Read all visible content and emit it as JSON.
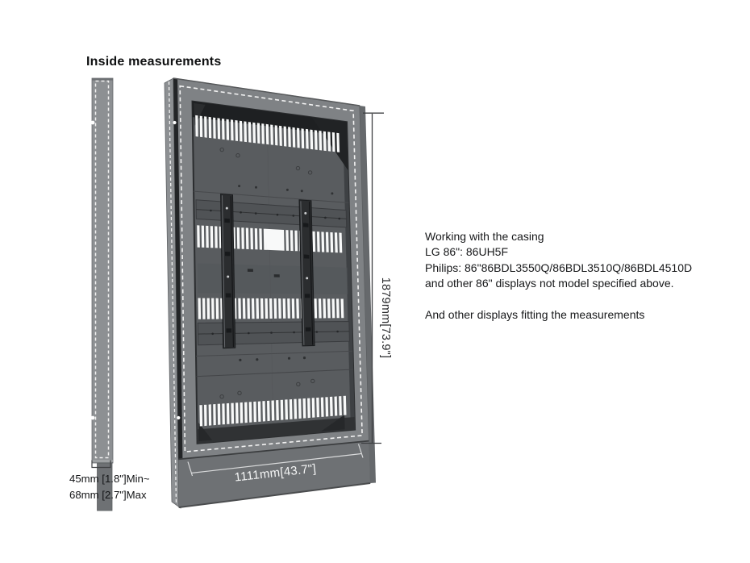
{
  "title": "Inside measurements",
  "compat": {
    "lines": [
      "Working with the casing",
      "LG 86\": 86UH5F",
      "Philips: 86\"86BDL3550Q/86BDL3510Q/86BDL4510D",
      "and other 86\" displays not model specified above.",
      "",
      "And other displays fitting the measurements"
    ]
  },
  "dimensions": {
    "inner_height": "1879mm[73.9\"]",
    "inner_width": "1111mm[43.7\"]",
    "depth_min": "45mm [1.8\"]Min~",
    "depth_max": "68mm [2.7\"]Max"
  },
  "colors": {
    "frame": "#7f8285",
    "frame_side_left": "#8d9093",
    "frame_side_right": "#66696c",
    "edge_dark": "#232527",
    "base": "#6e7174",
    "interior": "#595c5f",
    "recess_dark": "#1e2022",
    "recess_right": "#3e4144",
    "recess_bottom": "#303234",
    "rail": "#2b2d2f",
    "cross_rail": "#505356",
    "vent": "#f8f9f9",
    "gasket_dash": "#f2f2f2",
    "dim_line": "#3f4143",
    "dim_line_light": "#d9dadb",
    "dim_text_dark": "#2a2b2d",
    "dim_text_light": "#f4f5f5"
  }
}
